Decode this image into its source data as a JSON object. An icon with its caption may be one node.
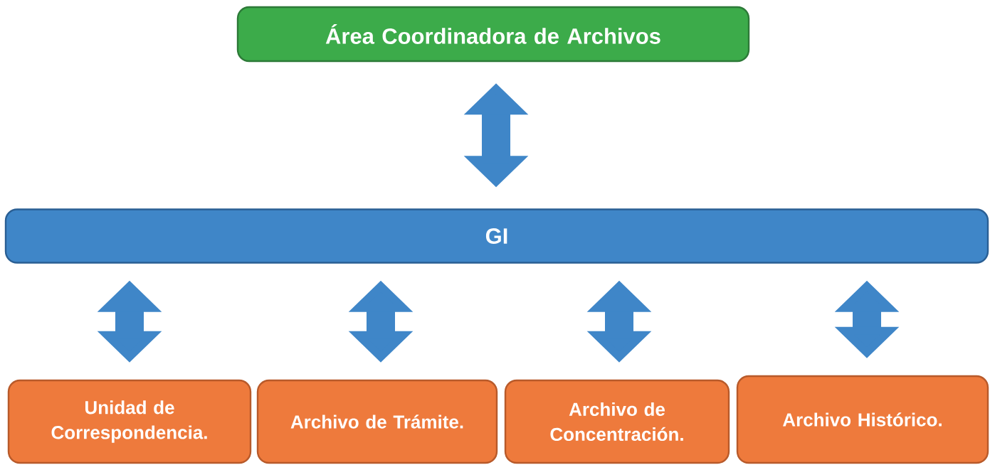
{
  "diagram": {
    "nodes": [
      {
        "text": [
          "Área Coordinadora de Archivos"
        ]
      },
      {
        "text": [
          "GI"
        ]
      },
      {
        "text": [
          "Unidad de Correspondencia."
        ]
      },
      {
        "text": [
          "Archivo de Trámite."
        ]
      },
      {
        "text": [
          "Archivo de Concentración."
        ]
      },
      {
        "text": [
          "Archivo Histórico."
        ]
      }
    ],
    "edges": [
      {
        "from": 0,
        "to": 1,
        "arrow": "both"
      },
      {
        "from": 1,
        "to": 2,
        "arrow": "both"
      },
      {
        "from": 1,
        "to": 3,
        "arrow": "both"
      },
      {
        "from": 1,
        "to": 4,
        "arrow": "both"
      },
      {
        "from": 1,
        "to": 5,
        "arrow": "both"
      }
    ]
  }
}
